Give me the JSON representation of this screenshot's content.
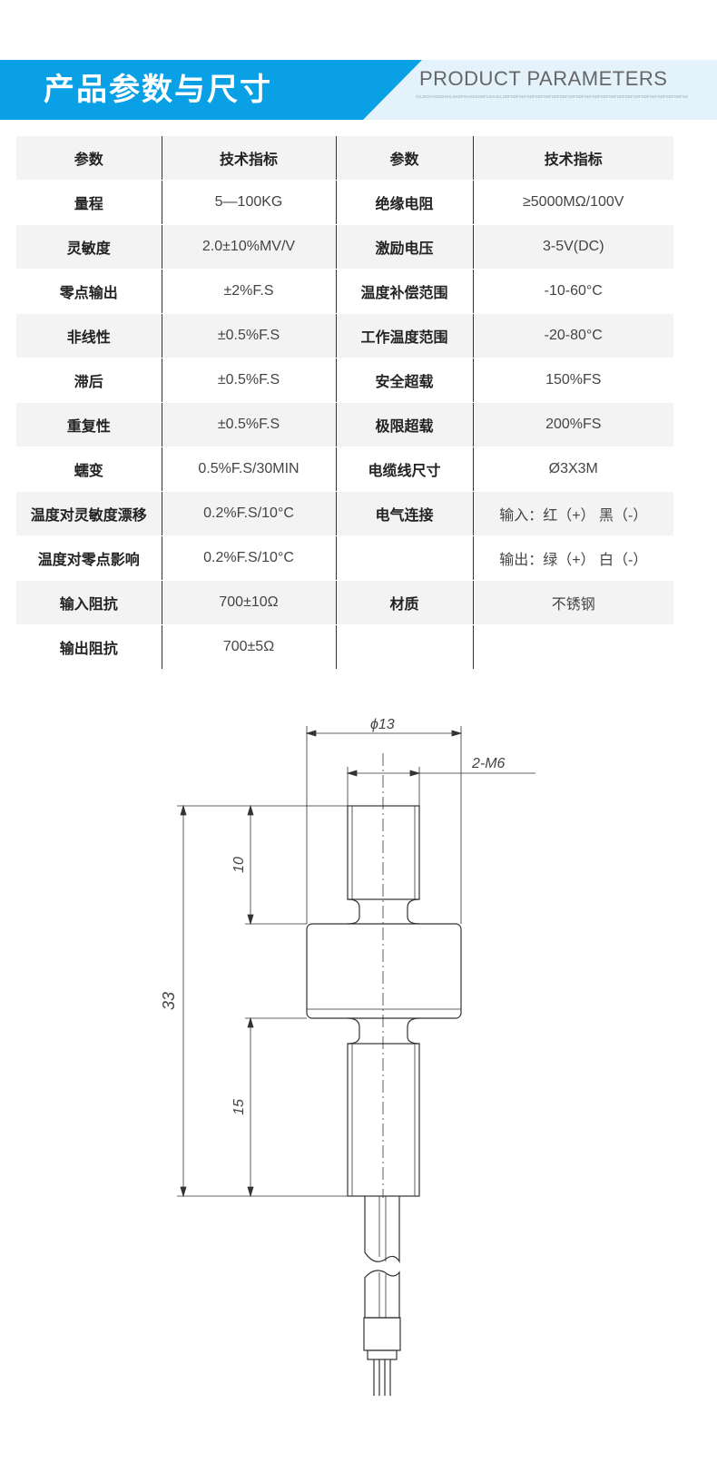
{
  "header": {
    "title_cn": "产品参数与尺寸",
    "title_en": "PRODUCT PARAMETERS",
    "subtitle_small": "CILJKDFJIGDSOHLSKDFGHSKDSDFLSIOJKLSDFSDFSDFSDFSDFSDFSDFSDFSDFSDFSDFSDFSDFSDFSDFSDFSDFSDFSDFSDFSDFSDFSDFSDFSDFSDFSDFSDFSDFSDFSDFSDFSDFSDFSDFSDFSDFSDFSDF",
    "colors": {
      "banner_blue": "#0aa0e6",
      "banner_light": "#e4f3fb"
    }
  },
  "table": {
    "headers": [
      "参数",
      "技术指标",
      "参数",
      "技术指标"
    ],
    "rows": [
      [
        "量程",
        "5—100KG",
        "绝缘电阻",
        "≥5000MΩ/100V"
      ],
      [
        "灵敏度",
        "2.0±10%MV/V",
        "激励电压",
        "3-5V(DC)"
      ],
      [
        "零点输出",
        "±2%F.S",
        "温度补偿范围",
        "-10-60°C"
      ],
      [
        "非线性",
        "±0.5%F.S",
        "工作温度范围",
        "-20-80°C"
      ],
      [
        "滞后",
        "±0.5%F.S",
        "安全超载",
        "150%FS"
      ],
      [
        "重复性",
        "±0.5%F.S",
        "极限超载",
        "200%FS"
      ],
      [
        "蠕变",
        "0.5%F.S/30MIN",
        "电缆线尺寸",
        "Ø3X3M"
      ],
      [
        "温度对灵敏度漂移",
        "0.2%F.S/10°C",
        "电气连接",
        "输入：红（+） 黑（-）"
      ],
      [
        "温度对零点影响",
        "0.2%F.S/10°C",
        "",
        "输出：绿（+） 白（-）"
      ],
      [
        "输入阻抗",
        "700±10Ω",
        "材质",
        "不锈钢"
      ],
      [
        "输出阻抗",
        "700±5Ω",
        "",
        ""
      ]
    ]
  },
  "drawing": {
    "diameter_label": "ϕ13",
    "thread_label": "2-M6",
    "dim_total": "33",
    "dim_top": "10",
    "dim_bottom": "15"
  }
}
